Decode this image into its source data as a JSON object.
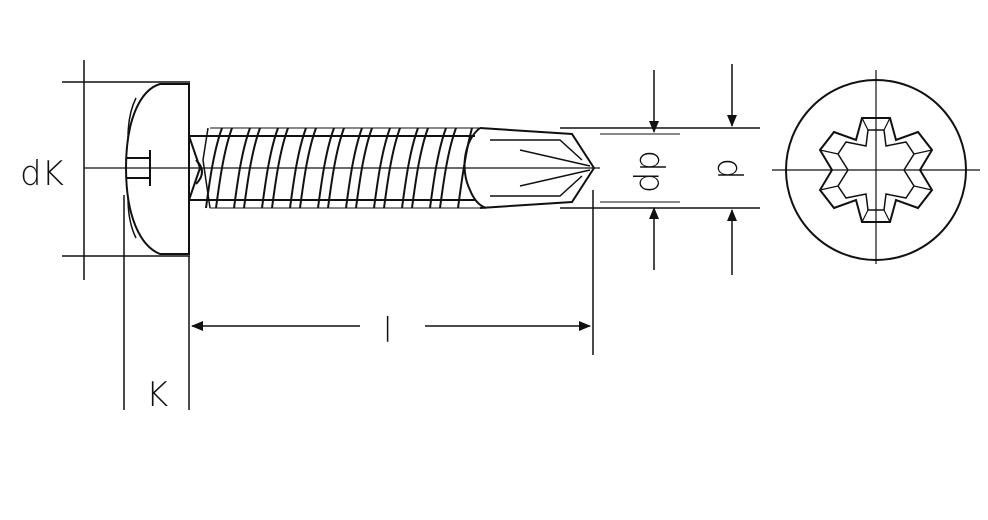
{
  "drawing": {
    "labels": {
      "head_diameter": "dK",
      "head_height": "K",
      "length": "l",
      "drill_diameter": "dp",
      "thread_diameter": "d"
    },
    "colors": {
      "line": "#111111",
      "background": "#ffffff"
    }
  }
}
